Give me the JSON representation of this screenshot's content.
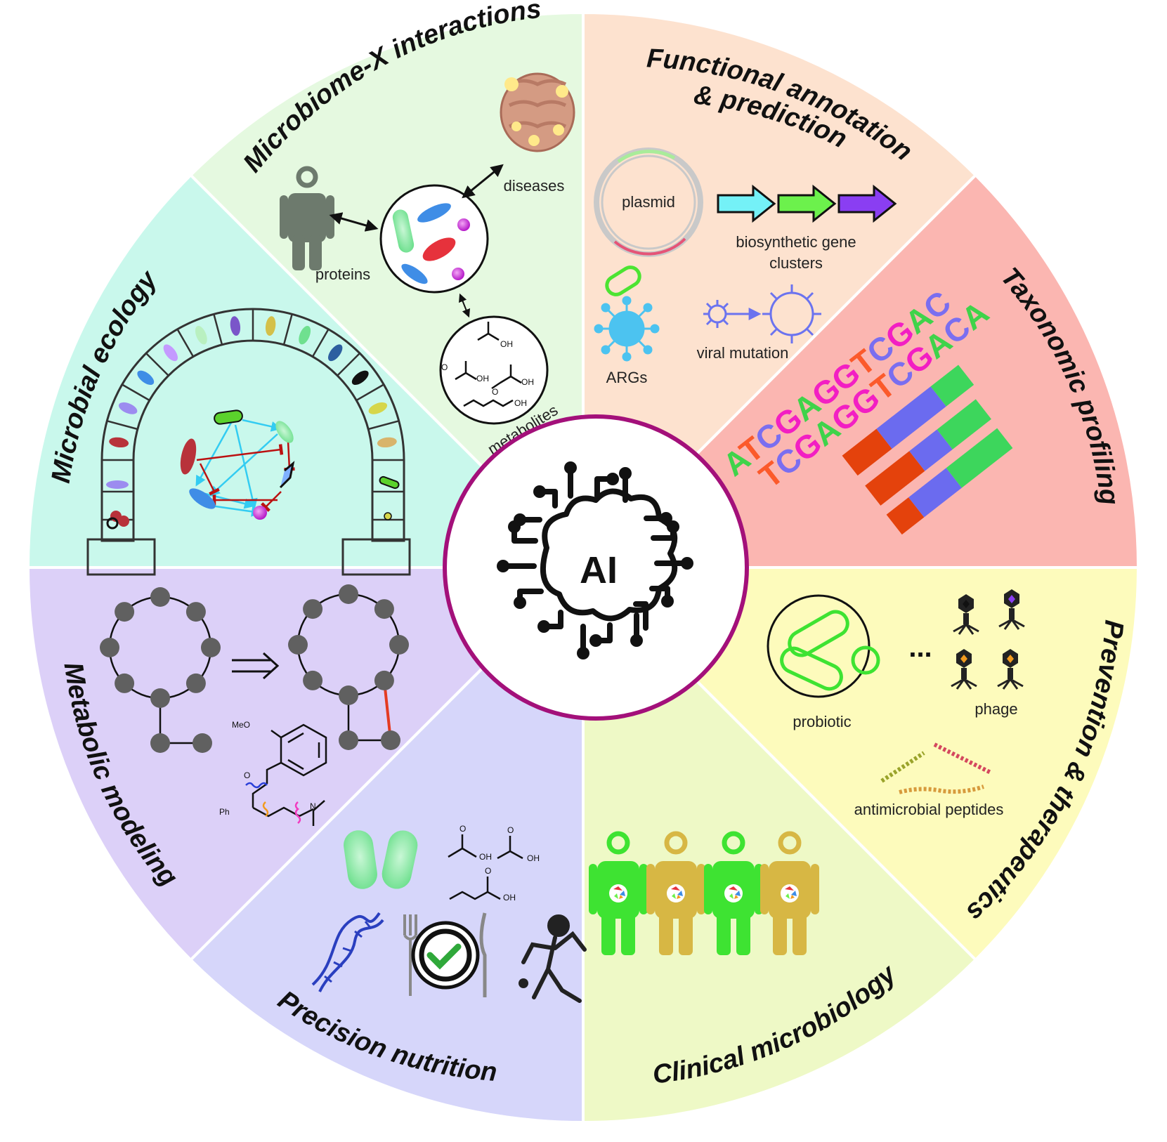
{
  "center_label": "AI",
  "sectors": {
    "microbiome_x": {
      "title": "Microbiome-X interactions",
      "color": "#e5f9e0",
      "labels": {
        "diseases": "diseases",
        "proteins": "proteins",
        "metabolites": "metabolites"
      },
      "chem": {
        "oh": "OH",
        "o": "O"
      }
    },
    "functional": {
      "title_line1": "Functional annotation",
      "title_line2": "& prediction",
      "color": "#fde2cf",
      "labels": {
        "plasmid": "plasmid",
        "bgc_line1": "biosynthetic gene",
        "bgc_line2": "clusters",
        "args": "ARGs",
        "viral": "viral mutation"
      }
    },
    "taxonomic": {
      "title": "Taxonomic profiling",
      "color": "#fbb6b1",
      "sequence_line1": [
        "A",
        "T",
        "C",
        "G",
        "A",
        "G",
        "G",
        "T",
        "C",
        "G",
        "A",
        "C"
      ],
      "sequence_line2": [
        "T",
        "C",
        "G",
        "A",
        "G",
        "G",
        "T",
        "C",
        "G",
        "A",
        "C",
        "A"
      ]
    },
    "prevention": {
      "title": "Prevention & therapeutics",
      "color": "#fdfbbc",
      "labels": {
        "probiotic": "probiotic",
        "phage": "phage",
        "amp": "antimicrobial peptides",
        "dots": "..."
      }
    },
    "clinical": {
      "title": "Clinical microbiology",
      "color": "#eef9c6"
    },
    "nutrition": {
      "title": "Precision nutrition",
      "color": "#d6d6fa",
      "chem": {
        "oh": "OH",
        "o": "O"
      }
    },
    "metabolic": {
      "title": "Metabolic modeling",
      "color": "#dcd0f8",
      "chem": {
        "meo": "MeO",
        "o": "O",
        "ph": "Ph",
        "n": "N"
      }
    },
    "ecology": {
      "title": "Microbial ecology",
      "color": "#c9f8ec"
    }
  },
  "colors": {
    "ring": "#a3107a",
    "nucleotide": {
      "A": "#3fd34a",
      "T": "#fb5a2b",
      "C": "#7a6ef0",
      "G": "#f21fc3"
    },
    "bar_red": "#e4420c",
    "bar_blue": "#6b6bef",
    "bar_green": "#3dd65c",
    "person_green": "#3ee332",
    "person_gold": "#d7b744"
  }
}
